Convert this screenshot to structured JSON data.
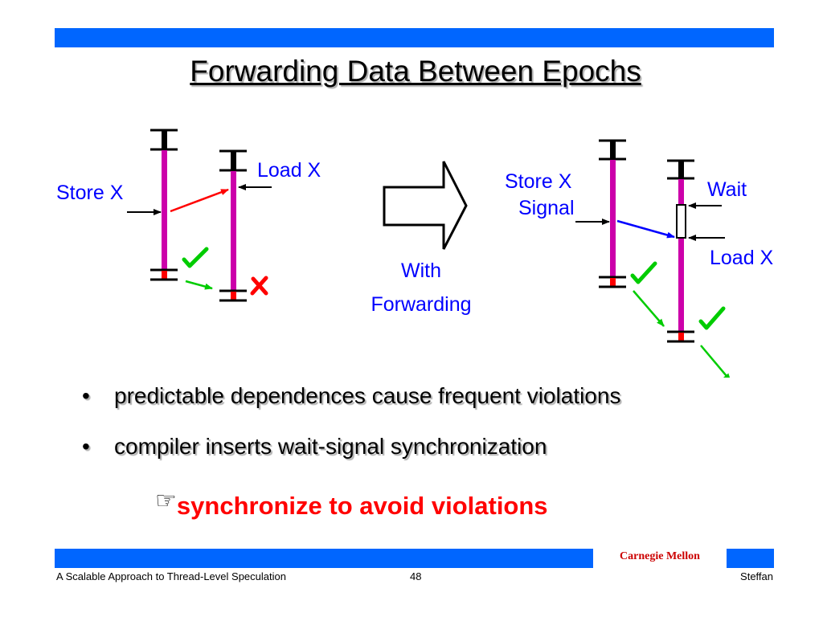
{
  "slide": {
    "title": "Forwarding Data Between Epochs",
    "affiliation": "Carnegie Mellon",
    "footer_left": "A Scalable Approach to Thread-Level Speculation",
    "page_number": "48",
    "footer_right": "Steffan"
  },
  "diagram": {
    "left_store": "Store X",
    "left_load": "Load X",
    "transition_line1": "With",
    "transition_line2": "Forwarding",
    "right_store": "Store X",
    "right_signal": "Signal",
    "right_wait": "Wait",
    "right_load": "Load X",
    "icons": [
      "check-icon",
      "cross-icon",
      "block-arrow-icon"
    ]
  },
  "bullets": [
    "predictable dependences cause frequent violations",
    "compiler inserts wait-signal synchronization"
  ],
  "conclusion": "synchronize to avoid violations",
  "colors": {
    "bar": "#0066ff",
    "epoch_line": "#cc00aa",
    "label": "#0000ff",
    "check": "#00cc00",
    "violation": "#ff0000",
    "conclusion": "#ff0000",
    "affiliation": "#cc0000"
  }
}
